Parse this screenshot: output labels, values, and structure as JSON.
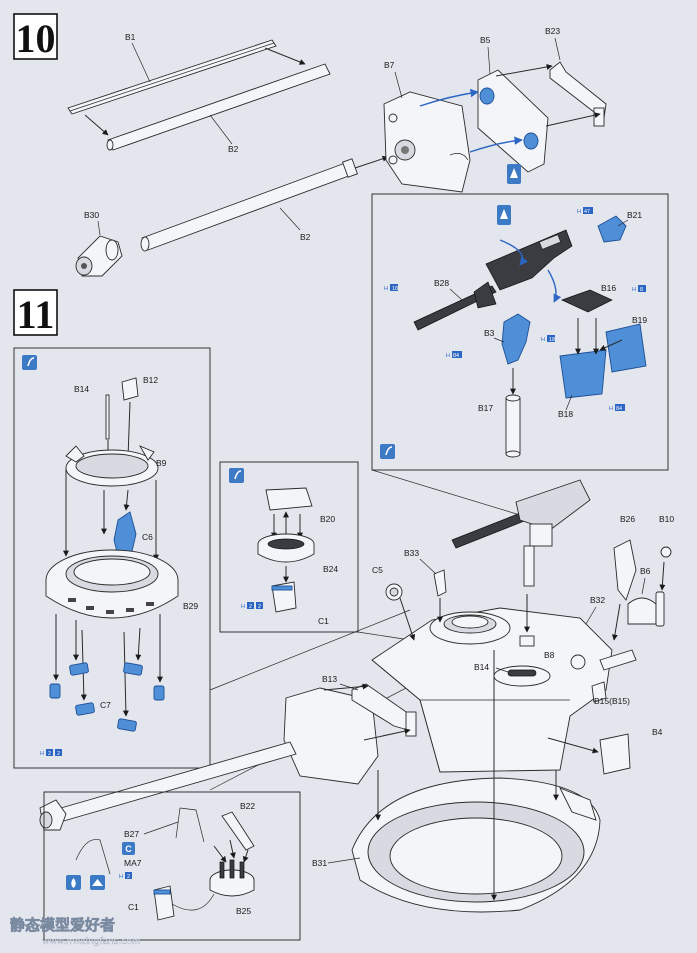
{
  "steps": [
    {
      "number": "10"
    },
    {
      "number": "11"
    }
  ],
  "parts": {
    "b1": "B1",
    "b2a": "B2",
    "b2b": "B2",
    "b5": "B5",
    "b7": "B7",
    "b23": "B23",
    "b30": "B30",
    "b21": "B21",
    "b28": "B28",
    "b16": "B16",
    "b19": "B19",
    "b3": "B3",
    "b18": "B18",
    "b17": "B17",
    "b14a": "B14",
    "b12": "B12",
    "b9": "B9",
    "c6": "C6",
    "b29": "B29",
    "c7": "C7",
    "b20": "B20",
    "b24": "B24",
    "c1a": "C1",
    "b33": "B33",
    "c5": "C5",
    "b26": "B26",
    "b10": "B10",
    "b6": "B6",
    "b32": "B32",
    "b8": "B8",
    "b14b": "B14",
    "b13": "B13",
    "b15": "B15(B15)",
    "b4": "B4",
    "b31": "B31",
    "b22": "B22",
    "b27": "B27",
    "ma7": "MA7",
    "c1b": "C1",
    "b25": "B25"
  },
  "paint_codes": {
    "h47": {
      "prefix": "H",
      "code": "47"
    },
    "h8": {
      "prefix": "H",
      "code": "8"
    },
    "h18a": {
      "prefix": "H",
      "code": "18"
    },
    "h18b": {
      "prefix": "H",
      "code": "18"
    },
    "h84a": {
      "prefix": "H",
      "code": "84"
    },
    "h84b": {
      "prefix": "H",
      "code": "84"
    },
    "h2a": {
      "prefix": "H",
      "code": "2"
    },
    "h2b": {
      "prefix": "H",
      "code": "2"
    },
    "h2c": {
      "prefix": "H",
      "code": "2"
    }
  },
  "watermark": {
    "title": "静态模型爱好者",
    "url": "www.moxingfans.com"
  },
  "colors": {
    "background": "#e4e6ee",
    "accent_blue": "#4f8fd8",
    "paint_box": "#2c66c4"
  }
}
